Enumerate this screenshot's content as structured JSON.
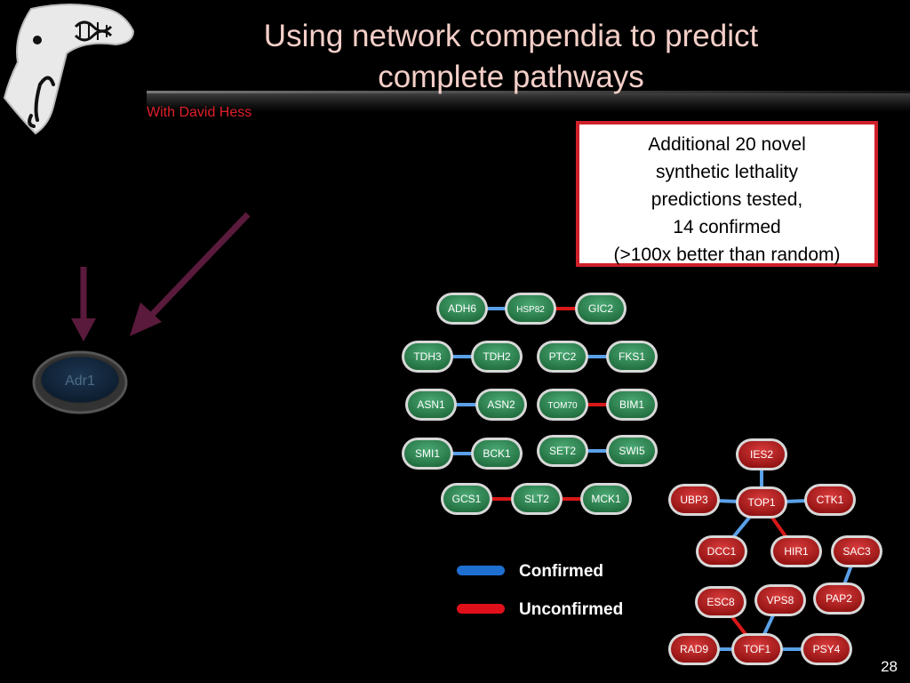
{
  "slide": {
    "title_line1": "Using network compendia to predict",
    "title_line2": "complete pathways",
    "subtitle": "With David Hess",
    "page_number": "28"
  },
  "callout": {
    "lines": [
      "Additional 20 novel",
      "synthetic lethality",
      "predictions tested,",
      "14 confirmed",
      "(>100x better than random)"
    ]
  },
  "adr1": {
    "label": "Adr1"
  },
  "legend": {
    "confirmed_label": "Confirmed",
    "unconfirmed_label": "Unconfirmed",
    "confirmed_color": "#1e6fd0",
    "unconfirmed_color": "#e0101a"
  },
  "colors": {
    "green_node": "#2f8a55",
    "red_node": "#c01e1e",
    "edge_confirmed": "#5aa0e8",
    "edge_unconfirmed": "#d81818",
    "arrow": "#5a1a3c"
  },
  "green_nodes": [
    {
      "id": "ADH6",
      "label": "ADH6"
    },
    {
      "id": "HSP82",
      "label": "HSP82"
    },
    {
      "id": "GIC2",
      "label": "GIC2"
    },
    {
      "id": "TDH3",
      "label": "TDH3"
    },
    {
      "id": "TDH2",
      "label": "TDH2"
    },
    {
      "id": "PTC2",
      "label": "PTC2"
    },
    {
      "id": "FKS1",
      "label": "FKS1"
    },
    {
      "id": "ASN1",
      "label": "ASN1"
    },
    {
      "id": "ASN2",
      "label": "ASN2"
    },
    {
      "id": "TOM70",
      "label": "TOM70"
    },
    {
      "id": "BIM1",
      "label": "BIM1"
    },
    {
      "id": "SMI1",
      "label": "SMI1"
    },
    {
      "id": "BCK1",
      "label": "BCK1"
    },
    {
      "id": "SET2",
      "label": "SET2"
    },
    {
      "id": "SWI5",
      "label": "SWI5"
    },
    {
      "id": "GCS1",
      "label": "GCS1"
    },
    {
      "id": "SLT2",
      "label": "SLT2"
    },
    {
      "id": "MCK1",
      "label": "MCK1"
    }
  ],
  "red_nodes": [
    {
      "id": "IES2",
      "label": "IES2"
    },
    {
      "id": "UBP3",
      "label": "UBP3"
    },
    {
      "id": "TOP1",
      "label": "TOP1"
    },
    {
      "id": "CTK1",
      "label": "CTK1"
    },
    {
      "id": "DCC1",
      "label": "DCC1"
    },
    {
      "id": "HIR1",
      "label": "HIR1"
    },
    {
      "id": "SAC3",
      "label": "SAC3"
    },
    {
      "id": "PAP2",
      "label": "PAP2"
    },
    {
      "id": "ESC8",
      "label": "ESC8"
    },
    {
      "id": "VPS8",
      "label": "VPS8"
    },
    {
      "id": "RAD9",
      "label": "RAD9"
    },
    {
      "id": "TOF1",
      "label": "TOF1"
    },
    {
      "id": "PSY4",
      "label": "PSY4"
    }
  ],
  "edges": [
    {
      "from": "ADH6",
      "to": "HSP82",
      "status": "confirmed"
    },
    {
      "from": "HSP82",
      "to": "GIC2",
      "status": "unconfirmed"
    },
    {
      "from": "TDH3",
      "to": "TDH2",
      "status": "confirmed"
    },
    {
      "from": "PTC2",
      "to": "FKS1",
      "status": "confirmed"
    },
    {
      "from": "ASN1",
      "to": "ASN2",
      "status": "confirmed"
    },
    {
      "from": "TOM70",
      "to": "BIM1",
      "status": "unconfirmed"
    },
    {
      "from": "SMI1",
      "to": "BCK1",
      "status": "confirmed"
    },
    {
      "from": "SET2",
      "to": "SWI5",
      "status": "confirmed"
    },
    {
      "from": "GCS1",
      "to": "SLT2",
      "status": "unconfirmed"
    },
    {
      "from": "SLT2",
      "to": "MCK1",
      "status": "unconfirmed"
    },
    {
      "from": "IES2",
      "to": "TOP1",
      "status": "confirmed"
    },
    {
      "from": "UBP3",
      "to": "TOP1",
      "status": "confirmed"
    },
    {
      "from": "TOP1",
      "to": "CTK1",
      "status": "confirmed"
    },
    {
      "from": "TOP1",
      "to": "DCC1",
      "status": "confirmed"
    },
    {
      "from": "TOP1",
      "to": "HIR1",
      "status": "unconfirmed"
    },
    {
      "from": "SAC3",
      "to": "PAP2",
      "status": "confirmed"
    },
    {
      "from": "ESC8",
      "to": "TOF1",
      "status": "unconfirmed"
    },
    {
      "from": "VPS8",
      "to": "TOF1",
      "status": "confirmed"
    },
    {
      "from": "RAD9",
      "to": "TOF1",
      "status": "confirmed"
    },
    {
      "from": "TOF1",
      "to": "PSY4",
      "status": "confirmed"
    }
  ]
}
